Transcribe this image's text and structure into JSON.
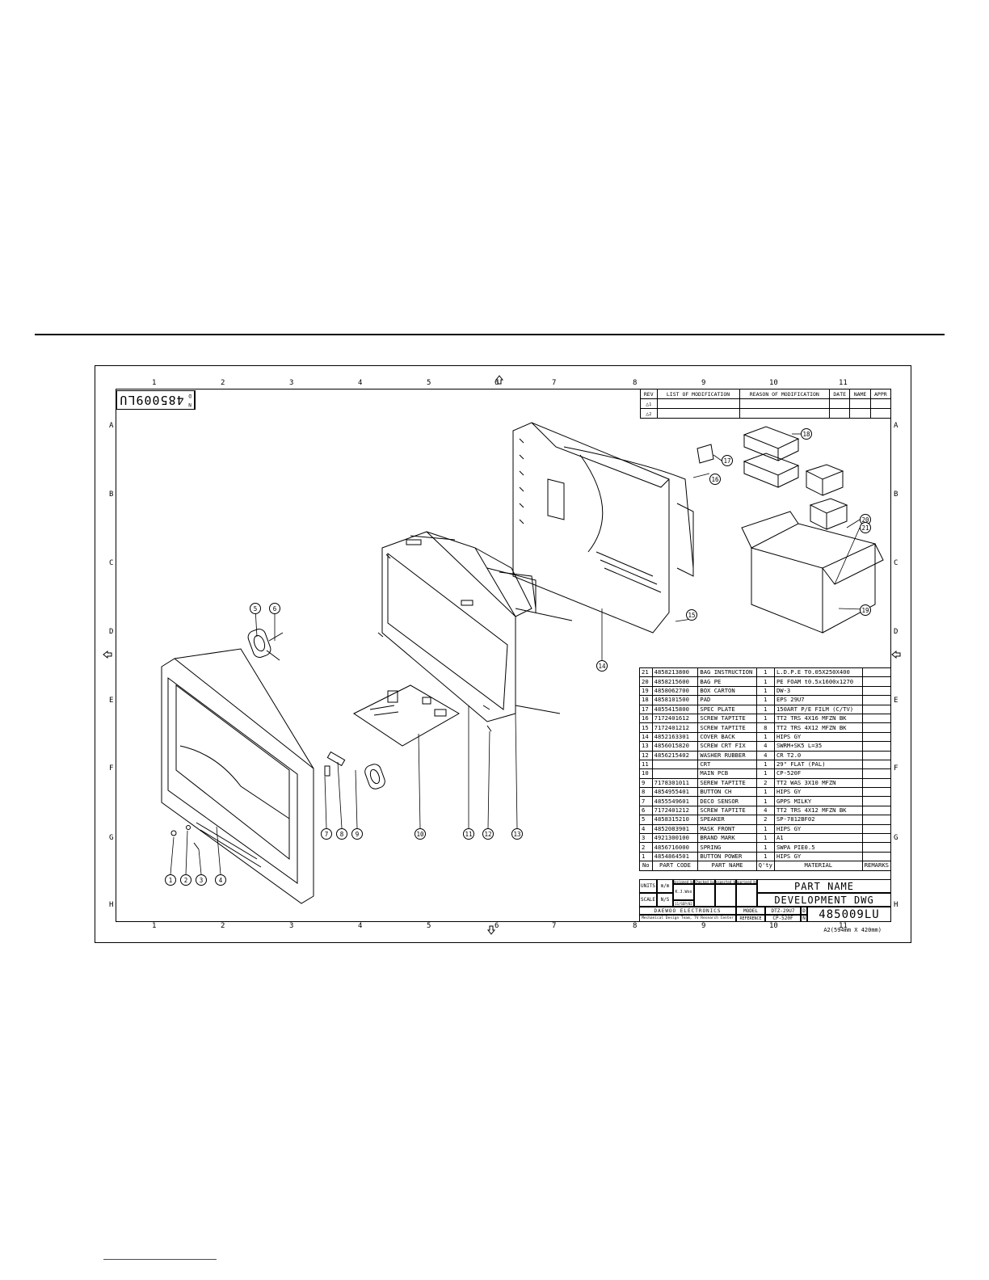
{
  "drawing": {
    "stamp_label_top": "N",
    "stamp_label_bottom": "D",
    "drawing_number": "485009LU",
    "paper_size": "A2(594mm X 420mm)",
    "zones_top": [
      "1",
      "2",
      "3",
      "4",
      "5",
      "6",
      "7",
      "8",
      "9",
      "10",
      "11"
    ],
    "zones_bottom": [
      "1",
      "2",
      "3",
      "4",
      "5",
      "6",
      "7",
      "8",
      "9",
      "10",
      "11"
    ],
    "rows_left": [
      "A",
      "B",
      "C",
      "D",
      "E",
      "F",
      "G",
      "H"
    ],
    "rows_right": [
      "A",
      "B",
      "C",
      "D",
      "E",
      "F",
      "G",
      "H"
    ]
  },
  "revision_table": {
    "headers": [
      "REV",
      "LIST OF MODIFICATION",
      "REASON OF MODIFICATION",
      "DATE",
      "NAME",
      "APPR"
    ],
    "rows": [
      [
        "1"
      ],
      [
        "2"
      ]
    ]
  },
  "parts": [
    [
      "21",
      "4858213800",
      "BAG INSTRUCTION",
      "1",
      "L.D.P.E T0.05X250X400",
      ""
    ],
    [
      "20",
      "4858215600",
      "BAG PE",
      "1",
      "PE FOAM t0.5x1600x1270",
      ""
    ],
    [
      "19",
      "4858062700",
      "BOX CARTON",
      "1",
      "DW-3",
      ""
    ],
    [
      "18",
      "4858101500",
      "PAD",
      "1",
      "EPS 29U7",
      ""
    ],
    [
      "17",
      "4855415800",
      "SPEC PLATE",
      "1",
      "150ART P/E FILM (C/TV)",
      ""
    ],
    [
      "16",
      "7172401612",
      "SCREW TAPTITE",
      "1",
      "TT2 TRS 4X16 MFZN BK",
      ""
    ],
    [
      "15",
      "7172401212",
      "SCREW TAPTITE",
      "8",
      "TT2 TRS 4X12 MFZN BK",
      ""
    ],
    [
      "14",
      "4852163301",
      "COVER BACK",
      "1",
      "HIPS GY",
      ""
    ],
    [
      "13",
      "4856015820",
      "SCREW CRT FIX",
      "4",
      "SWRM+SK5 L=35",
      ""
    ],
    [
      "12",
      "4856215402",
      "WASHER RUBBER",
      "4",
      "CR T2.0",
      ""
    ],
    [
      "11",
      "",
      "CRT",
      "1",
      "29\" FLAT (PAL)",
      ""
    ],
    [
      "10",
      "",
      "MAIN PCB",
      "1",
      "CP-520F",
      ""
    ],
    [
      "9",
      "7178301011",
      "SEREW TAPTITE",
      "2",
      "TT2 WAS 3X10 MFZN",
      ""
    ],
    [
      "8",
      "4854955401",
      "BUTTON CH",
      "1",
      "HIPS GY",
      ""
    ],
    [
      "7",
      "4855549601",
      "DECO SENSOR",
      "1",
      "GPPS MILKY",
      ""
    ],
    [
      "6",
      "7172401212",
      "SCREW TAPTITE",
      "4",
      "TT2 TRS 4X12 MFZN BK",
      ""
    ],
    [
      "5",
      "4858315210",
      "SPEAKER",
      "2",
      "SP-7812BF02",
      ""
    ],
    [
      "4",
      "4852083901",
      "MASK FRONT",
      "1",
      "HIPS GY",
      ""
    ],
    [
      "3",
      "4921300100",
      "BRAND MARK",
      "1",
      "A1",
      ""
    ],
    [
      "2",
      "4856716000",
      "SPRING",
      "1",
      "SWPA PIE0.5",
      ""
    ],
    [
      "1",
      "4854864501",
      "BUTTON POWER",
      "1",
      "HIPS GY",
      ""
    ]
  ],
  "parts_header": [
    "No",
    "PART CODE",
    "PART NAME",
    "Q'ty",
    "MATERIAL",
    "REMARKS"
  ],
  "title_block": {
    "units_label": "UNITS",
    "units_value": "m/m",
    "scale_label": "SCALE",
    "scale_value": "N/S",
    "designed_by": "Designed by",
    "checked_by": "Checked by",
    "inspected_by": "Inspected by",
    "approved_by": "Approved by",
    "designer": "K.J.Woo",
    "design_date": "11/SEP/02",
    "part_name": "PART   NAME",
    "dwg_title": "DEVELOPMENT DWG",
    "company": "DAEWOO ELECTRONICS",
    "department": "Mechanical Design Team, TV Research Center",
    "model_label": "MODEL",
    "model_value": "DTZ-29U7",
    "reference_label": "REFERENCE",
    "reference_value": "CP-520F",
    "dn_label_d": "D",
    "dn_label_n": "N",
    "drawing_number": "485009LU"
  },
  "callouts": [
    "1",
    "2",
    "3",
    "4",
    "5",
    "6",
    "7",
    "8",
    "9",
    "10",
    "11",
    "12",
    "13",
    "14",
    "15",
    "16",
    "17",
    "18",
    "19",
    "20",
    "21"
  ]
}
